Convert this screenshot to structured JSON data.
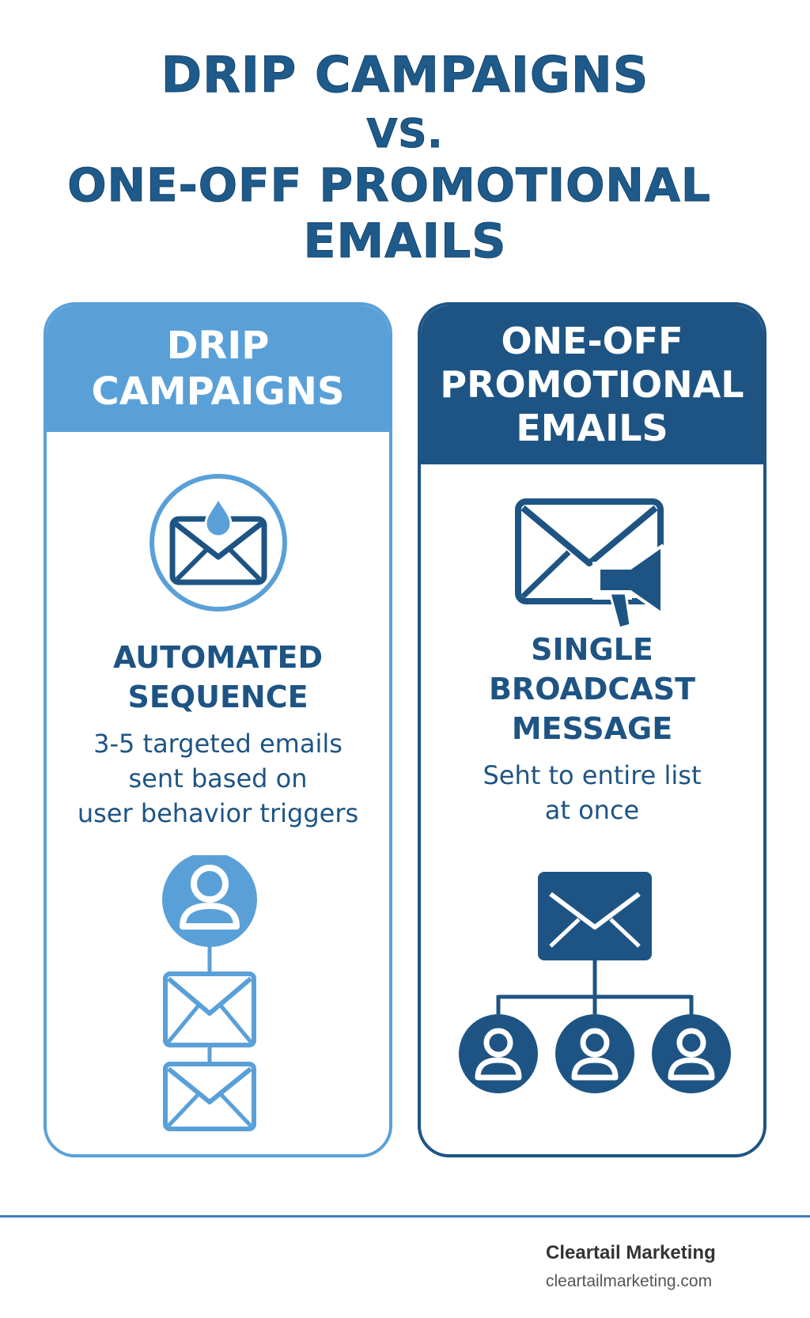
{
  "title": {
    "line1": "DRIP CAMPAIGNS",
    "line2": "VS.",
    "line3": "ONE-OFF PROMOTIONAL",
    "line4": "EMAILS"
  },
  "left_card": {
    "header": [
      "DRIP",
      "CAMPAIGNS"
    ],
    "heading": [
      "AUTOMATED",
      "SEQUENCE"
    ],
    "description": [
      "3-5 targeted emails",
      "sent based on",
      "user behavior triggers"
    ],
    "icons": [
      "envelope-with-drop-icon",
      "user-icon",
      "envelope-icon",
      "envelope-icon"
    ]
  },
  "right_card": {
    "header": [
      "ONE-OFF",
      "PROMOTIONAL",
      "EMAILS"
    ],
    "heading": [
      "SINGLE",
      "BROADCAST",
      "MESSAGE"
    ],
    "description": [
      "Seht to entire list",
      "at once"
    ],
    "icons": [
      "envelope-megaphone-icon",
      "envelope-icon",
      "user-icon",
      "user-icon",
      "user-icon"
    ]
  },
  "footer": {
    "brand": "Cleartail Marketing",
    "site": "cleartailmarketing.com"
  },
  "colors": {
    "light_blue": "#5aa0d8",
    "dark_blue": "#1e5484",
    "title_blue": "#1e5a8a",
    "footer_line": "#3a7fc1"
  }
}
